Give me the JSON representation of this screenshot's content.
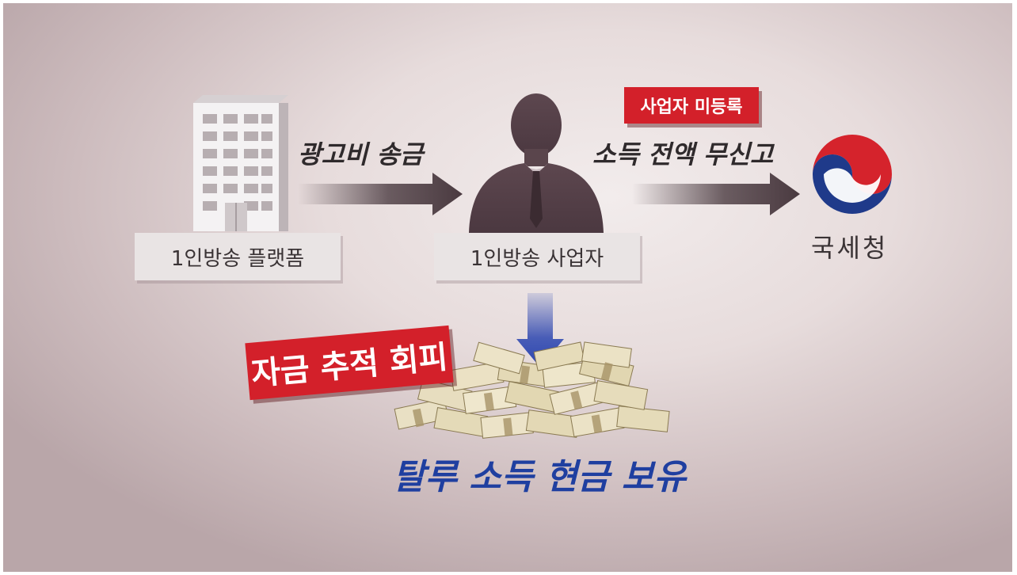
{
  "nodes": {
    "platform": "1인방송 플랫폼",
    "operator": "1인방송 사업자",
    "nts": "국세청"
  },
  "edges": {
    "ad_payment": "광고비 송금",
    "unreported_income": "소득 전액 무신고"
  },
  "tags": {
    "unregistered": "사업자 미등록",
    "avoid_tracking": "자금 추적 회피"
  },
  "result": "탈루 소득 현금 보유",
  "colors": {
    "red_tag": "#d3202a",
    "blue_arrow": "#2c46b0",
    "arrow_dark": "#4a3a40",
    "silhouette": "#5a454c"
  },
  "icons": [
    "building-icon",
    "person-silhouette-icon",
    "nts-logo-icon",
    "cash-pile-icon"
  ]
}
